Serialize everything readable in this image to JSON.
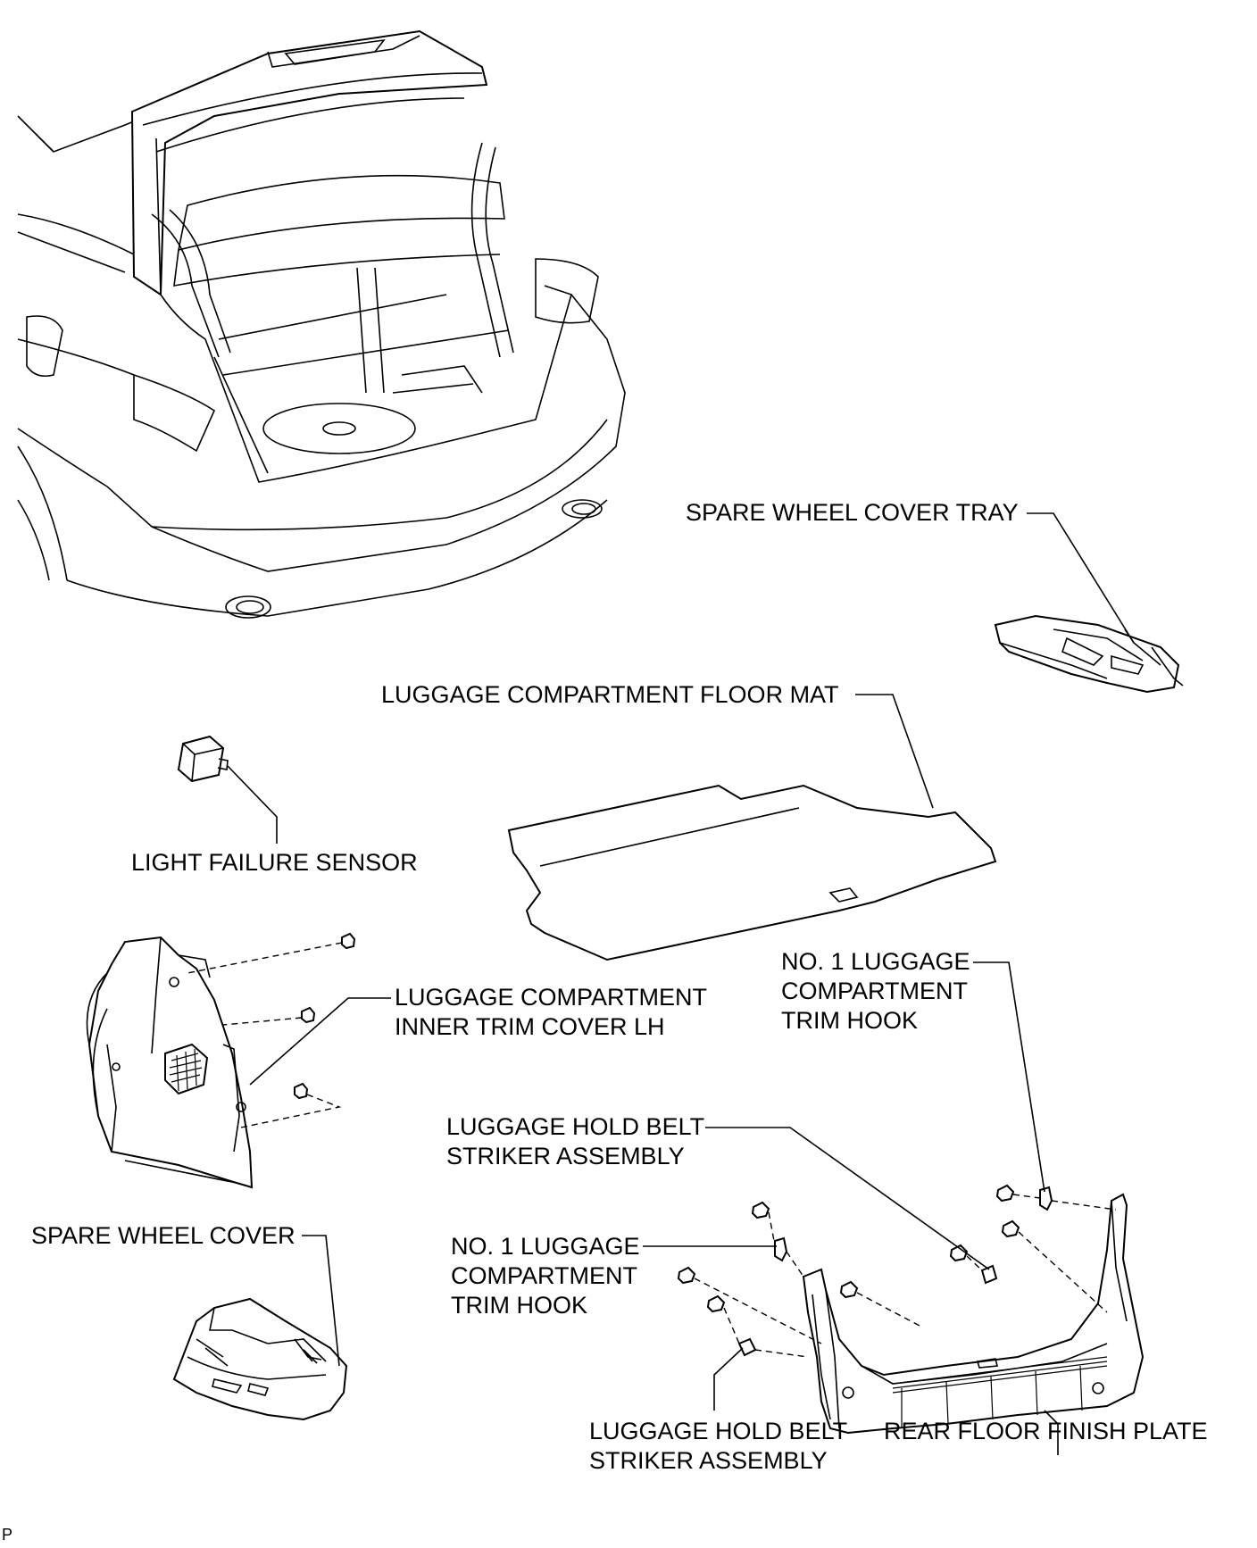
{
  "labels": {
    "spare_wheel_cover_tray": "SPARE WHEEL COVER TRAY",
    "floor_mat": "LUGGAGE COMPARTMENT FLOOR MAT",
    "light_failure_sensor": "LIGHT FAILURE SENSOR",
    "inner_trim_cover_lh": [
      "LUGGAGE COMPARTMENT",
      "INNER TRIM COVER LH"
    ],
    "trim_hook_upper": [
      "NO. 1 LUGGAGE",
      "COMPARTMENT",
      "TRIM HOOK"
    ],
    "belt_striker_upper": [
      "LUGGAGE HOLD BELT",
      "STRIKER ASSEMBLY"
    ],
    "spare_wheel_cover": "SPARE WHEEL COVER",
    "trim_hook_lower": [
      "NO. 1 LUGGAGE",
      "COMPARTMENT",
      "TRIM HOOK"
    ],
    "belt_striker_lower": [
      "LUGGAGE HOLD BELT",
      "STRIKER ASSEMBLY"
    ],
    "rear_floor_finish_plate": "REAR FLOOR FINISH PLATE"
  },
  "footer_code": "P"
}
